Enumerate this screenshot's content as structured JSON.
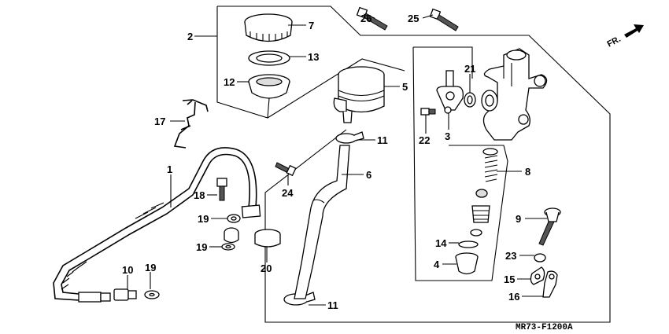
{
  "diagram": {
    "code": "MR73-F1200A",
    "front_label": "FR.",
    "labels": [
      "1",
      "2",
      "3",
      "4",
      "5",
      "6",
      "7",
      "8",
      "9",
      "10",
      "11",
      "11",
      "12",
      "13",
      "14",
      "15",
      "16",
      "17",
      "18",
      "19",
      "19",
      "19",
      "20",
      "21",
      "22",
      "23",
      "24",
      "25",
      "26"
    ]
  }
}
